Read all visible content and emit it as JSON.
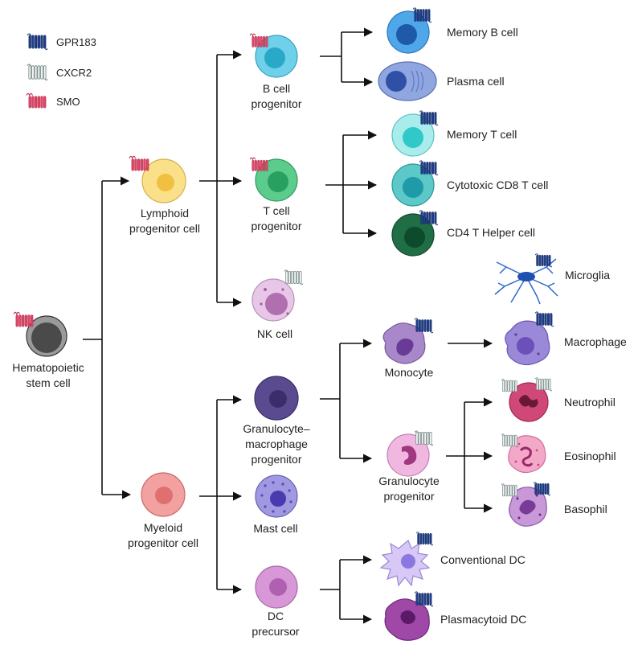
{
  "legend": {
    "items": [
      {
        "label": "GPR183",
        "color": "#1f3f8c",
        "icon": "gpr183-receptor-icon"
      },
      {
        "label": "CXCR2",
        "color": "#9aa9a9",
        "icon": "cxcr2-receptor-icon"
      },
      {
        "label": "SMO",
        "color": "#e0456a",
        "icon": "smo-receptor-icon"
      }
    ]
  },
  "cells": {
    "hsc": {
      "line1": "Hematopoietic",
      "line2": "stem cell"
    },
    "lymphoid": {
      "line1": "Lymphoid",
      "line2": "progenitor cell"
    },
    "myeloid": {
      "line1": "Myeloid",
      "line2": "progenitor cell"
    },
    "b_prog": {
      "line1": "B cell",
      "line2": "progenitor"
    },
    "t_prog": {
      "line1": "T cell",
      "line2": "progenitor"
    },
    "nk": {
      "label": "NK cell"
    },
    "memory_b": {
      "label": "Memory B cell"
    },
    "plasma": {
      "label": "Plasma cell"
    },
    "memory_t": {
      "label": "Memory T cell"
    },
    "cd8": {
      "label": "Cytotoxic CD8 T cell"
    },
    "cd4": {
      "label": "CD4 T Helper cell"
    },
    "microglia": {
      "label": "Microglia"
    },
    "monocyte": {
      "label": "Monocyte"
    },
    "macrophage": {
      "label": "Macrophage"
    },
    "gmp": {
      "line1": "Granulocyte–",
      "line2": "macrophage",
      "line3": "progenitor"
    },
    "gran_prog": {
      "line1": "Granulocyte",
      "line2": "progenitor"
    },
    "neutrophil": {
      "label": "Neutrophil"
    },
    "eosinophil": {
      "label": "Eosinophil"
    },
    "basophil": {
      "label": "Basophil"
    },
    "mast": {
      "label": "Mast cell"
    },
    "dc_prec": {
      "line1": "DC",
      "line2": "precursor"
    },
    "conv_dc": {
      "label": "Conventional DC"
    },
    "pdc": {
      "label": "Plasmacytoid DC"
    }
  }
}
